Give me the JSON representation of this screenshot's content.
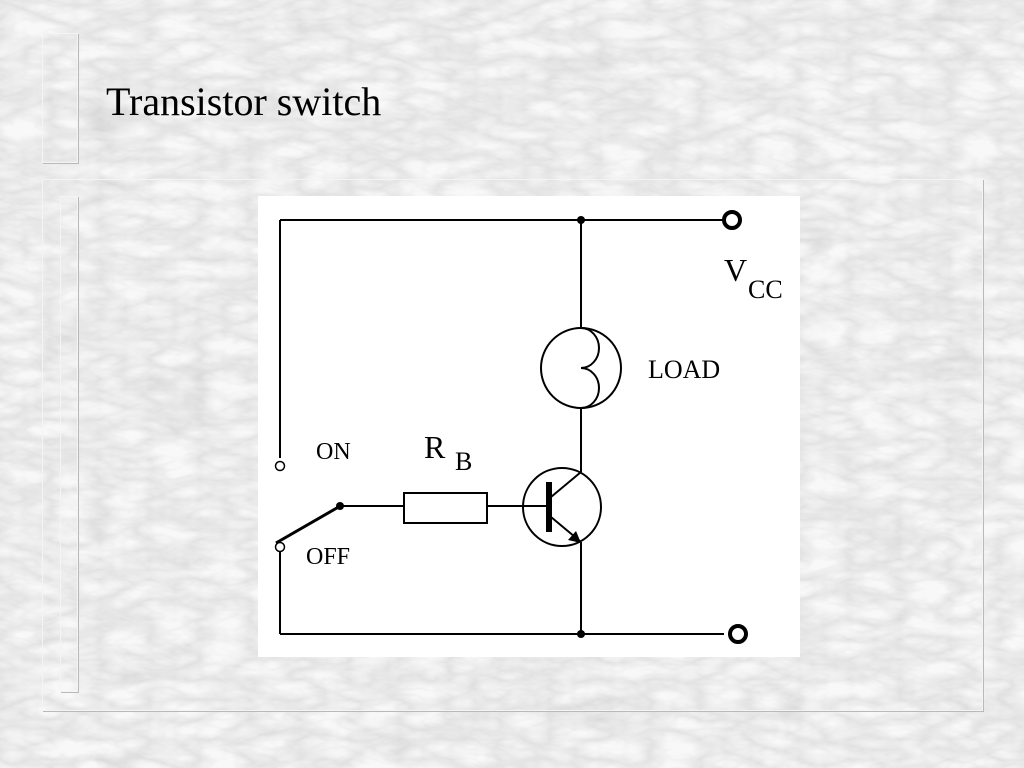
{
  "slide": {
    "title": "Transistor switch"
  },
  "diagram": {
    "vcc_main": "V",
    "vcc_sub": "CC",
    "load_label": "LOAD",
    "rb_main": "R",
    "rb_sub": "B",
    "on_label": "ON",
    "off_label": "OFF"
  }
}
